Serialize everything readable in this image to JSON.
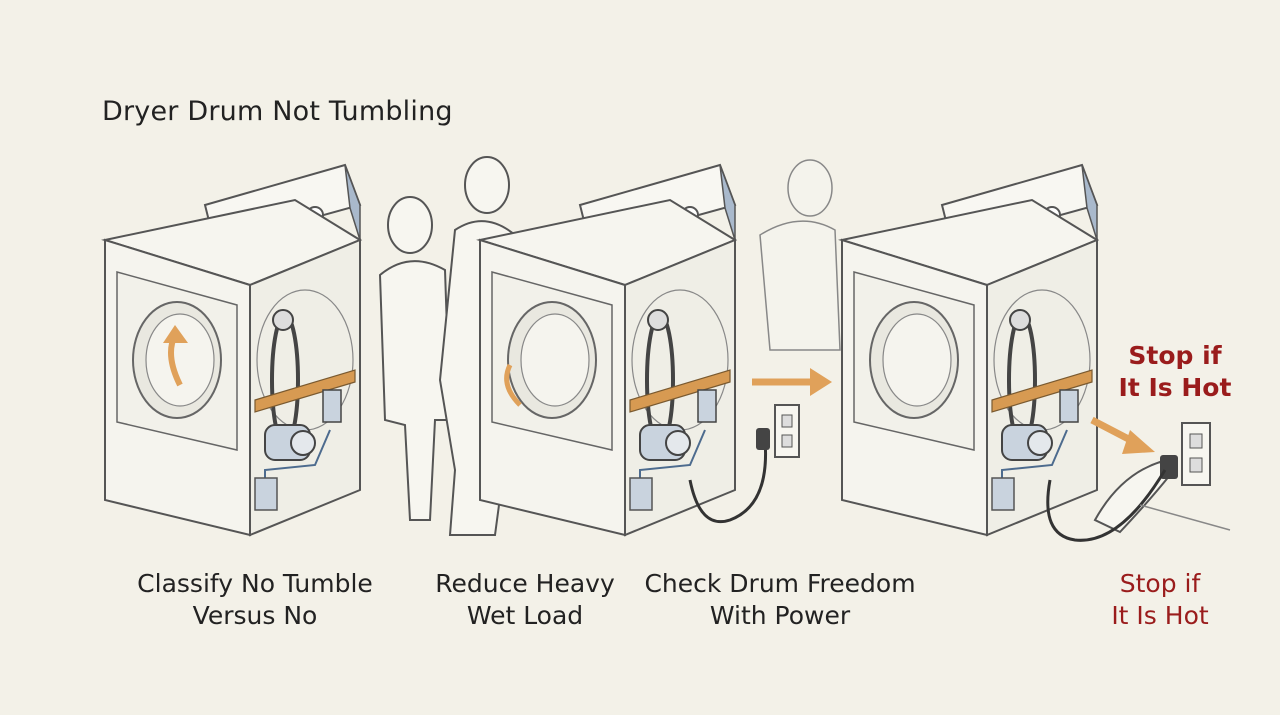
{
  "title": "Dryer Drum Not Tumbling",
  "steps": [
    {
      "caption_line1": "Classify No Tumble",
      "caption_line2": "Versus No"
    },
    {
      "caption_line1": "Reduce Heavy",
      "caption_line2": "Wet Load"
    },
    {
      "caption_line1": "Check Drum Freedom",
      "caption_line2": "With Power"
    },
    {
      "caption_line1": "Stop if",
      "caption_line2": "It Is Hot"
    }
  ],
  "warning": {
    "line1": "Stop if",
    "line2": "It Is Hot"
  },
  "colors": {
    "background": "#f3f1e8",
    "line": "#555555",
    "accent_arrow": "#e0a15a",
    "warning": "#9a1c1c",
    "bracket": "#d79a52",
    "panel_blue": "#a9b9cc"
  },
  "icons": [
    "dryer-icon",
    "person-icon",
    "plug-icon",
    "wall-outlet-icon",
    "arrow-icon",
    "hand-icon"
  ]
}
